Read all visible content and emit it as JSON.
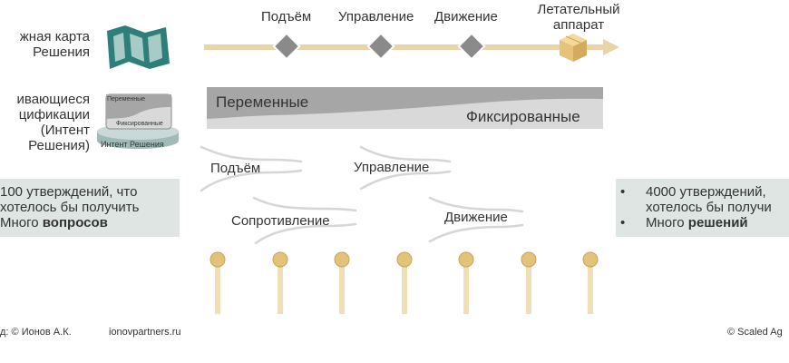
{
  "left_labels": {
    "roadmap_line1": "жная карта",
    "roadmap_line2": "Решения",
    "spec_line1": "ивающиеся",
    "spec_line2": "цификации",
    "spec_line3": "(Интент",
    "spec_line4": "Решения)"
  },
  "timeline": {
    "milestones": [
      "Подъём",
      "Управление",
      "Движение"
    ],
    "end_label_line1": "Летательный",
    "end_label_line2": "аппарат"
  },
  "spec_icon": {
    "variable": "Переменные",
    "fixed": "Фиксированные",
    "base": "Интент Решения"
  },
  "spec_bar": {
    "variable": "Переменные",
    "fixed": "Фиксированные"
  },
  "flows": {
    "upper": [
      "Подъём",
      "Управление"
    ],
    "lower": [
      "Сопротивление",
      "Движение"
    ]
  },
  "left_box": {
    "line1": "100 утверждений, что",
    "line2": "хотелось бы получить",
    "line3_prefix": "Много ",
    "line3_bold": "вопросов"
  },
  "right_box": {
    "line1": "4000 утверждений,",
    "line2": "хотелось бы получи",
    "line3_prefix": "Много ",
    "line3_bold": "решений"
  },
  "footer": {
    "left": "д: © Ионов А.К.",
    "site": "ionovpartners.ru",
    "right": "© Scaled Ag"
  },
  "colors": {
    "timeline": "#e8d4a6",
    "diamond": "#8a8a8a",
    "map": "#2e7f7a",
    "bar_dark": "#a6a6a6",
    "bar_light": "#d9d9d9",
    "box": "#dfe5e3",
    "pin": "#e3c27a"
  }
}
